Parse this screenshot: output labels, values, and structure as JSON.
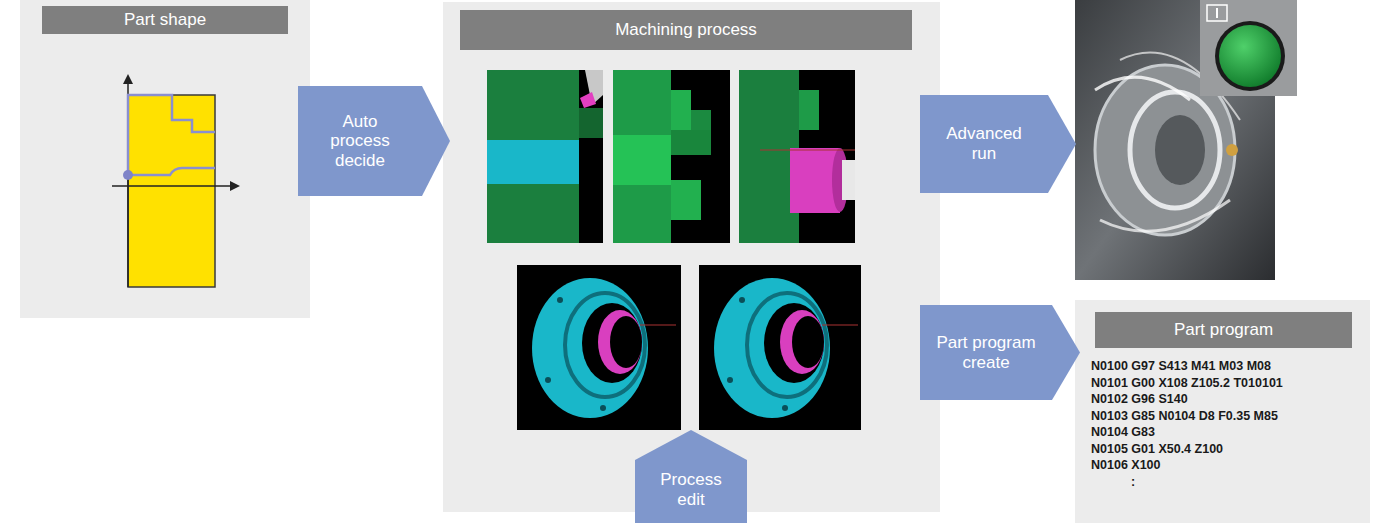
{
  "diagram": {
    "nodes": [
      {
        "text": [
          "Part shape"
        ]
      },
      {
        "text": [
          "Auto process decide"
        ]
      },
      {
        "text": [
          "Machining process"
        ]
      },
      {
        "text": [
          "Process edit"
        ]
      },
      {
        "text": [
          "Advanced run"
        ]
      },
      {
        "text": [
          "Part program create"
        ]
      },
      {
        "text": [
          "Part program",
          "N0100 G97 S413 M41 M03 M08",
          "N0101 G00 X108 Z105.2 T010101",
          "N0102 G96 S140",
          "N0103 G85 N0104 D8 F0.35 M85",
          "N0104 G83",
          "N0105 G01 X50.4 Z100",
          "N0106 X100",
          ":"
        ]
      }
    ]
  }
}
